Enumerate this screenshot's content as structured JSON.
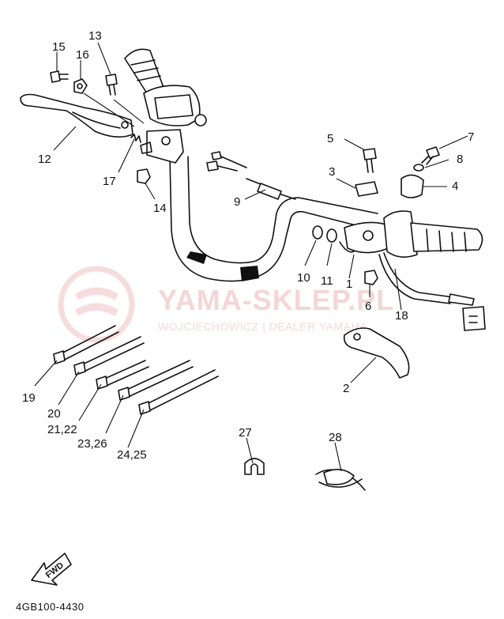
{
  "diagram_code": "4GB100-4430",
  "direction_label": "FWD",
  "watermark": {
    "title": "YAMA-SKLEP.PL",
    "subtitle": "WOJCIECHOWICZ | DEALER YAMAHA",
    "color": "#e8a0a0"
  },
  "callouts": {
    "p1": "1",
    "p2": "2",
    "p3": "3",
    "p4": "4",
    "p5": "5",
    "p6": "6",
    "p7": "7",
    "p8": "8",
    "p9": "9",
    "p10": "10",
    "p11": "11",
    "p12": "12",
    "p13": "13",
    "p14": "14",
    "p15": "15",
    "p16": "16",
    "p17": "17",
    "p18": "18",
    "p19": "19",
    "p20": "20",
    "p21_22": "21,22",
    "p23_26": "23,26",
    "p24_25": "24,25",
    "p27": "27",
    "p28": "28"
  }
}
